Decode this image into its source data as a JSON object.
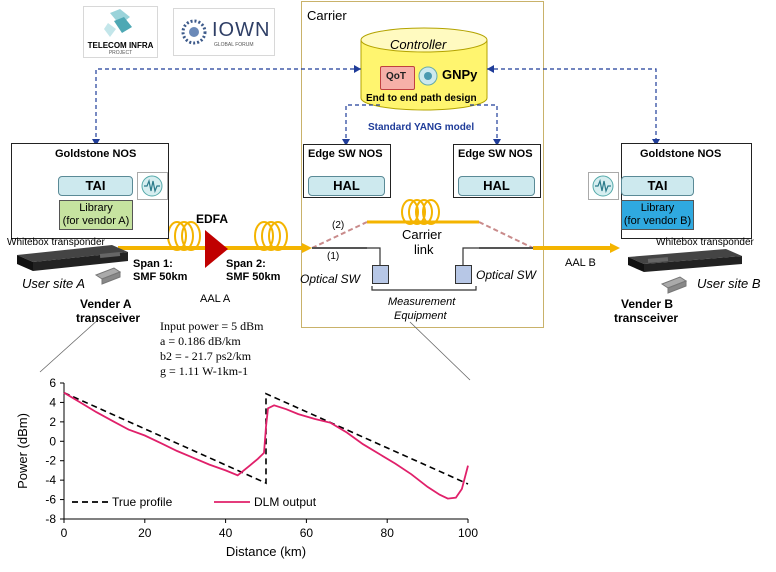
{
  "logos": {
    "tip_text": "TELECOM INFRA",
    "tip_sub": "PROJECT",
    "iown_text": "IOWN",
    "iown_sub": "GLOBAL FORUM"
  },
  "carrier": {
    "title": "Carrier",
    "controller_label": "Controller",
    "qot_label": "QoT",
    "gnpy_label": "GNPy",
    "path_design_label": "End to end path design",
    "yang_label": "Standard YANG model",
    "edge_left": "Edge SW NOS",
    "edge_right": "Edge SW NOS",
    "hal_left": "HAL",
    "hal_right": "HAL",
    "carrier_link_line1": "Carrier",
    "carrier_link_line2": "link",
    "osw_left": "Optical SW",
    "osw_right": "Optical SW",
    "port1": "(1)",
    "port2": "(2)",
    "measurement_line1": "Measurement",
    "measurement_line2": "Equipment"
  },
  "left_site": {
    "nos": "Goldstone NOS",
    "tai": "TAI",
    "lib_line1": "Library",
    "lib_line2": "(for vendor A)",
    "whitebox": "Whitebox transponder",
    "user_site": "User site A",
    "vender_line1": "Vender A",
    "vender_line2": "transceiver"
  },
  "right_site": {
    "nos": "Goldstone NOS",
    "tai": "TAI",
    "lib_line1": "Library",
    "lib_line2": "(for vendor B)",
    "whitebox": "Whitebox transponder",
    "user_site": "User site B",
    "vender_line1": "Vender B",
    "vender_line2": "transceiver"
  },
  "link": {
    "span1_line1": "Span 1:",
    "span1_line2": "SMF 50km",
    "edfa": "EDFA",
    "span2_line1": "Span 2:",
    "span2_line2": "SMF 50km",
    "aal_a": "AAL A",
    "aal_b": "AAL B"
  },
  "params": {
    "line1": "Input power = 5 dBm",
    "line2": "a = 0.186 dB/km",
    "line3": "b2 = - 21.7 ps2/km",
    "line4": "g = 1.11 W-1km-1"
  },
  "colors": {
    "fiber": "#f4b400",
    "edfa": "#c00000",
    "dashed_link": "#1f3c99",
    "osw": "#f7b926",
    "dlm_line": "#e0206a",
    "tai_fill": "#cde9ee",
    "lib_a_fill": "#c6e3a0",
    "lib_b_fill": "#2fa9e0"
  },
  "chart_data": {
    "type": "line",
    "xlabel": "Distance (km)",
    "ylabel": "Power (dBm)",
    "xlim": [
      0,
      100
    ],
    "ylim": [
      -8,
      6
    ],
    "x_ticks": [
      0,
      20,
      40,
      60,
      80,
      100
    ],
    "y_ticks": [
      6,
      4,
      2,
      0,
      -2,
      -4,
      -6,
      -8
    ],
    "legend_position": "bottom-left",
    "grid": false,
    "series": [
      {
        "name": "True profile",
        "style": "dashed",
        "color": "#000000",
        "x": [
          0,
          50,
          50,
          100
        ],
        "y": [
          5.0,
          -4.3,
          4.9,
          -4.4
        ]
      },
      {
        "name": "DLM output",
        "style": "solid",
        "color": "#e0206a",
        "x": [
          0,
          4,
          8,
          12,
          16,
          20,
          24,
          28,
          32,
          36,
          40,
          43,
          46,
          48,
          49.5,
          50,
          50.5,
          52,
          55,
          58,
          62,
          66,
          70,
          74,
          78,
          82,
          86,
          90,
          93,
          95,
          97,
          98.5,
          100
        ],
        "y": [
          5.0,
          4.0,
          3.0,
          2.1,
          1.2,
          0.6,
          -0.2,
          -1.0,
          -1.7,
          -2.4,
          -3.0,
          -3.5,
          -2.5,
          -1.8,
          -1.2,
          1.5,
          3.4,
          3.7,
          3.3,
          2.8,
          2.3,
          1.9,
          0.9,
          -0.3,
          -1.3,
          -2.3,
          -3.4,
          -4.7,
          -5.5,
          -5.9,
          -5.8,
          -4.9,
          -2.5
        ]
      }
    ]
  }
}
